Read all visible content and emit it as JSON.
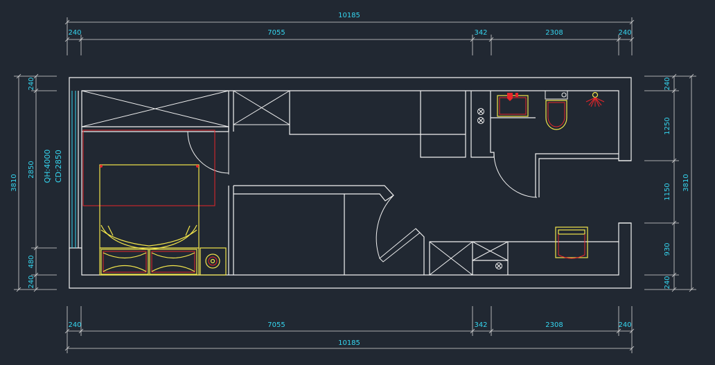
{
  "plan": {
    "height_labels": {
      "clear_height": "QH:4000",
      "ceiling_height": "CD:2850"
    }
  },
  "dimensions": {
    "top_total": "10185",
    "top_segments": [
      "240",
      "7055",
      "342",
      "2308",
      "240"
    ],
    "bottom_total": "10185",
    "bottom_segments": [
      "240",
      "7055",
      "342",
      "2308",
      "240"
    ],
    "left_total": "3810",
    "left_segments": [
      "240",
      "2850",
      "480",
      "240"
    ],
    "right_total": "3810",
    "right_segments": [
      "240",
      "1250",
      "1150",
      "930",
      "240"
    ]
  },
  "colors": {
    "background": "#212832",
    "wall": "#f2f2f2",
    "dimension_text": "#35d6f0",
    "furniture_yellow": "#f3e64b",
    "furniture_red": "#e8262a"
  }
}
